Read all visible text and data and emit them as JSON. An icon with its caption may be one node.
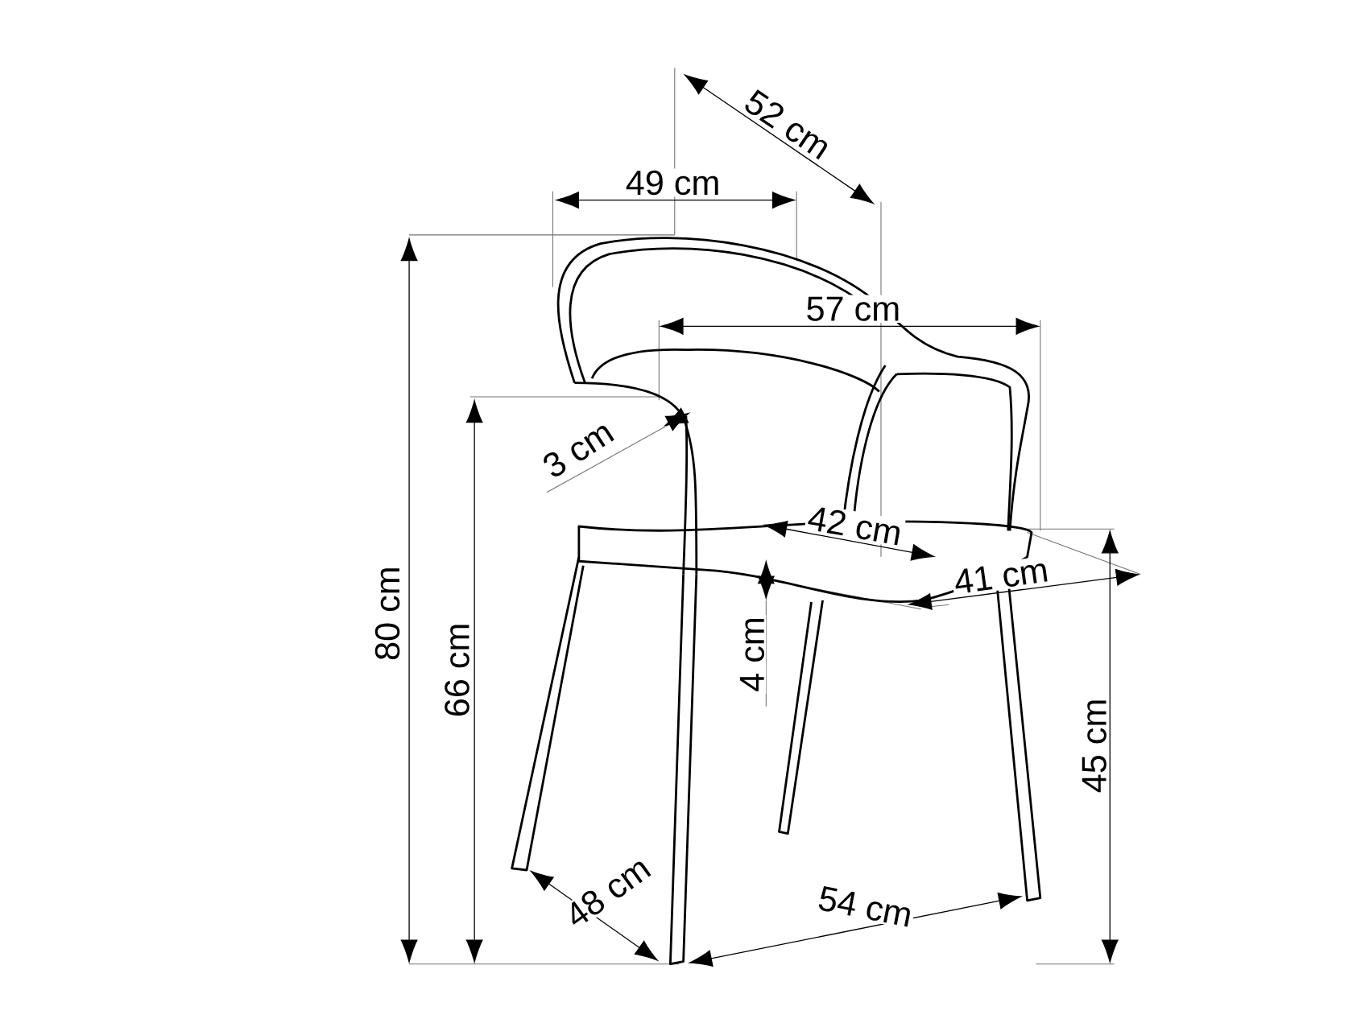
{
  "diagram": {
    "labels": [
      "52 cm",
      "49 cm",
      "57 cm",
      "3 cm",
      "42 cm",
      "41 cm",
      "80 cm",
      "66 cm",
      "4 cm",
      "45 cm",
      "48 cm",
      "54 cm"
    ]
  }
}
